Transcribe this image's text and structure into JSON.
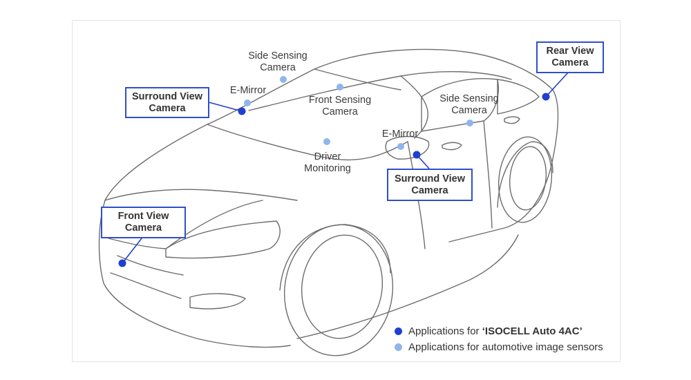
{
  "colors": {
    "dark_dot": "#1f3fd1",
    "light_dot": "#8fb6ec",
    "box_border": "#2f4fc7",
    "car_line": "#6c6c6c"
  },
  "labels": {
    "side_sensing_top": [
      "Side Sensing",
      "Camera"
    ],
    "e_mirror_left": "E-Mirror",
    "front_sensing": [
      "Front Sensing",
      "Camera"
    ],
    "side_sensing_right": [
      "Side Sensing",
      "Camera"
    ],
    "e_mirror_right": "E-Mirror",
    "driver_monitoring": [
      "Driver",
      "Monitoring"
    ]
  },
  "boxes": {
    "surround_view_left": [
      "Surround View",
      "Camera"
    ],
    "rear_view": [
      "Rear View",
      "Camera"
    ],
    "surround_view_right": [
      "Surround View",
      "Camera"
    ],
    "front_view": [
      "Front View",
      "Camera"
    ]
  },
  "legend": {
    "isocell_prefix": "Applications for ",
    "isocell_name": "‘ISOCELL Auto 4AC’",
    "sensors": "Applications for automotive image sensors"
  }
}
